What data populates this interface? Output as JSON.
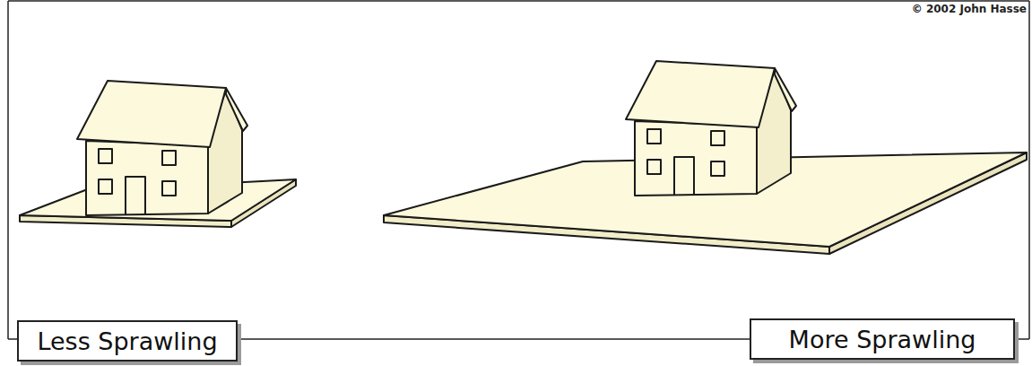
{
  "diagram": {
    "nodes": [
      {
        "text": [
          "Less Sprawling"
        ]
      },
      {
        "text": [
          "More Sprawling"
        ]
      }
    ],
    "labels": [
      "© 2002 John Hasse"
    ]
  }
}
